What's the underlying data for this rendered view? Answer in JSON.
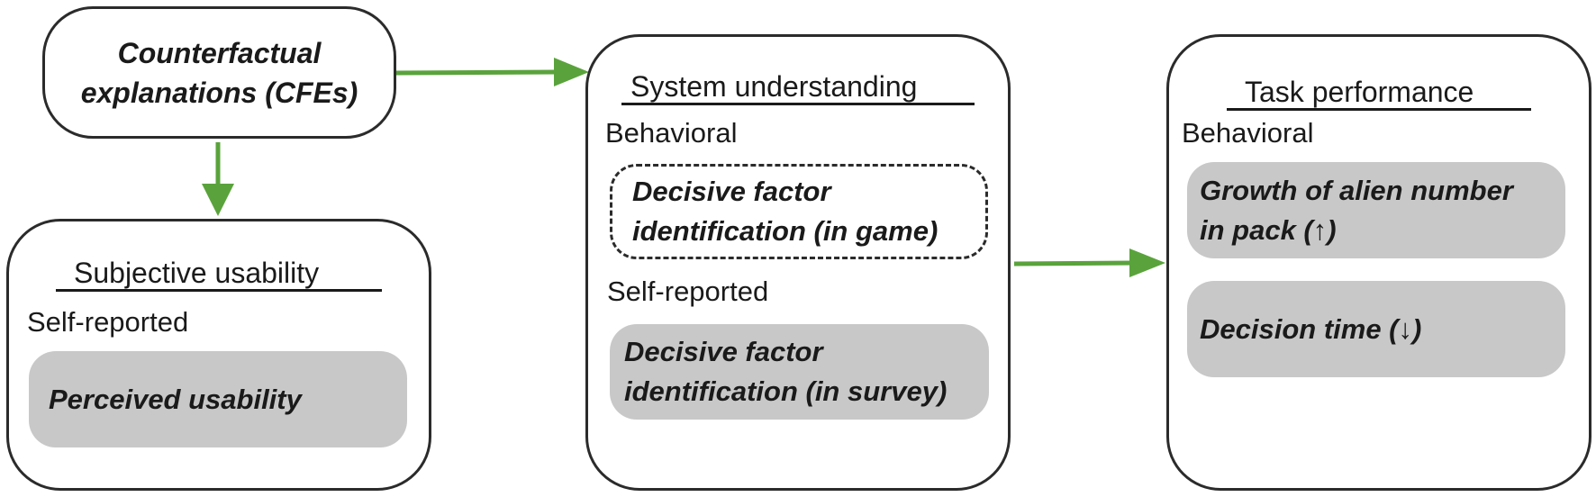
{
  "source": {
    "label_line1": "Counterfactual",
    "label_line2": "explanations (CFEs)"
  },
  "subjective_usability": {
    "title": "Subjective usability",
    "category": "Self-reported",
    "measures": [
      "Perceived usability"
    ]
  },
  "system_understanding": {
    "title": "System understanding",
    "behavioral_label": "Behavioral",
    "behavioral_measure_line1": "Decisive factor",
    "behavioral_measure_line2": "identification (in game)",
    "self_reported_label": "Self-reported",
    "self_reported_measure_line1": "Decisive factor",
    "self_reported_measure_line2": "identification (in survey)"
  },
  "task_performance": {
    "title": "Task performance",
    "behavioral_label": "Behavioral",
    "measure1_line1": "Growth of alien number",
    "measure1_line2": "in pack (↑)",
    "measure2": "Decision time (↓)"
  },
  "colors": {
    "arrow": "#5aa33c",
    "measure_fill": "#c8c8c8",
    "border": "#2b2b2b"
  }
}
